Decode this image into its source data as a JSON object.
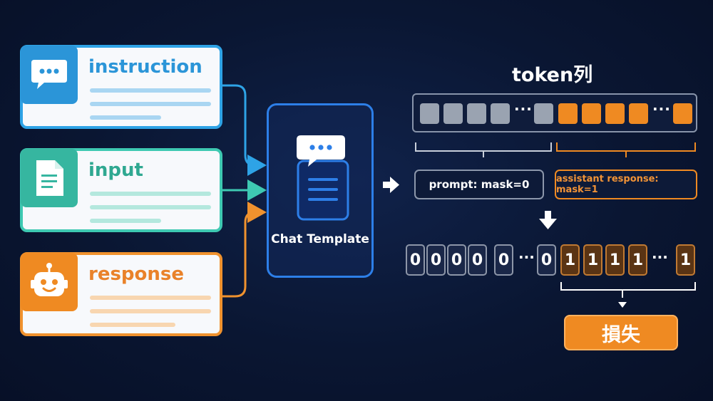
{
  "cards": {
    "instruction": {
      "title": "instruction",
      "icon": "chat-bubble-icon"
    },
    "input": {
      "title": "input",
      "icon": "document-icon"
    },
    "response": {
      "title": "response",
      "icon": "robot-icon"
    }
  },
  "template": {
    "label": "Chat Template",
    "icon": "chat-document-icon"
  },
  "token_sequence": {
    "title": "token列",
    "ellipsis": "···"
  },
  "segments": {
    "prompt": "prompt: mask=0",
    "assistant": "assistant response: mask=1"
  },
  "mask": {
    "zeros": [
      "0",
      "0",
      "0",
      "0",
      "0"
    ],
    "zero_last": "0",
    "ones": [
      "1",
      "1",
      "1",
      "1"
    ],
    "one_last": "1",
    "ellipsis": "···"
  },
  "loss": {
    "label": "損失"
  },
  "colors": {
    "instruction": "#2b95d8",
    "input": "#36b6a0",
    "response": "#ef8a22",
    "template": "#2d7fe8",
    "background": "#0a1632"
  }
}
